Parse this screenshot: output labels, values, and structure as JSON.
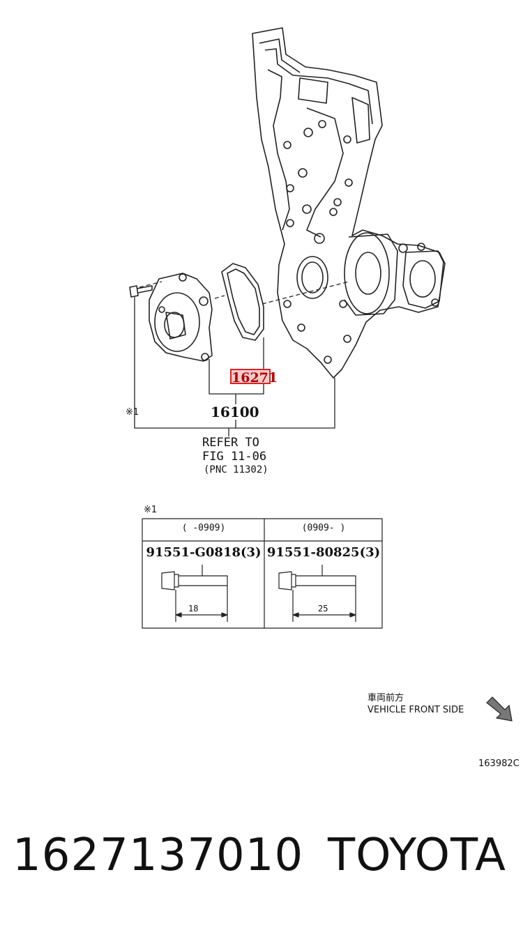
{
  "callouts": {
    "gasket": "16271",
    "pump_assembly": "16100",
    "note_mark": "※1"
  },
  "reference": {
    "line1": "REFER TO",
    "line2": "FIG 11-06",
    "line3": "(PNC 11302)"
  },
  "bolt_table": {
    "note_mark": "※1",
    "columns": [
      {
        "range": "(      -0909)",
        "part": "91551-G0818(3)",
        "length": "18"
      },
      {
        "range": "(0909-      )",
        "part": "91551-80825(3)",
        "length": "25"
      }
    ]
  },
  "orientation": {
    "japanese": "車両前方",
    "english": "VEHICLE FRONT SIDE"
  },
  "figure_code": "163982C",
  "footer": {
    "part_number": "1627137010",
    "brand": "TOYOTA"
  },
  "colors": {
    "line": "#222222",
    "highlight_fill": "#f3cccc",
    "highlight_border": "#dd2222",
    "highlight_text": "#b10000"
  }
}
